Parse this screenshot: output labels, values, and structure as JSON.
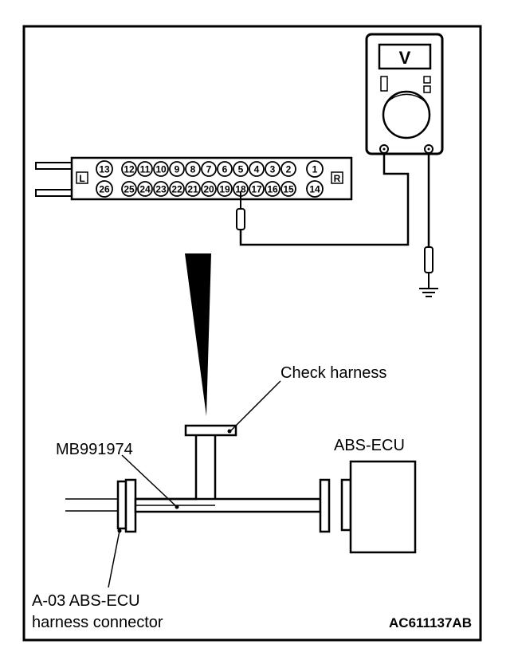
{
  "labels": {
    "check_harness": "Check harness",
    "tool": "MB991974",
    "ecu": "ABS-ECU",
    "connector_line1": "A-03 ABS-ECU",
    "connector_line2": "harness connector",
    "figure_code": "AC611137AB",
    "meter_unit": "V",
    "left_marker": "L",
    "right_marker": "R"
  },
  "connector_pins": {
    "top_row": [
      "13",
      "12",
      "11",
      "10",
      "9",
      "8",
      "7",
      "6",
      "5",
      "4",
      "3",
      "2",
      "1"
    ],
    "bottom_row": [
      "26",
      "25",
      "24",
      "23",
      "22",
      "21",
      "20",
      "19",
      "18",
      "17",
      "16",
      "15",
      "14"
    ],
    "probed_pin": "18"
  },
  "colors": {
    "ink": "#000000",
    "paper": "#ffffff"
  }
}
